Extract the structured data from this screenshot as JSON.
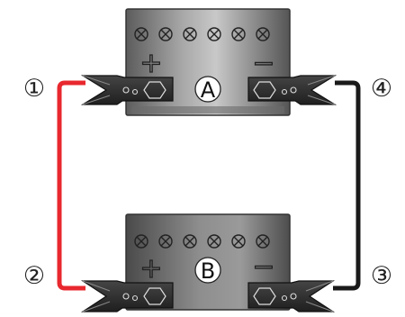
{
  "batteries": {
    "top": {
      "label": "A",
      "terminal_positive": "+",
      "terminal_negative": "−"
    },
    "bottom": {
      "label": "B",
      "terminal_positive": "+",
      "terminal_negative": "−"
    }
  },
  "connection_steps": [
    {
      "number": "①"
    },
    {
      "number": "②"
    },
    {
      "number": "③"
    },
    {
      "number": "④"
    }
  ],
  "colors": {
    "positive_cable": "#e8282e",
    "negative_cable": "#1a1a1a",
    "clamp": "#2f2f2f",
    "battery_body": "#7a7a7a"
  }
}
